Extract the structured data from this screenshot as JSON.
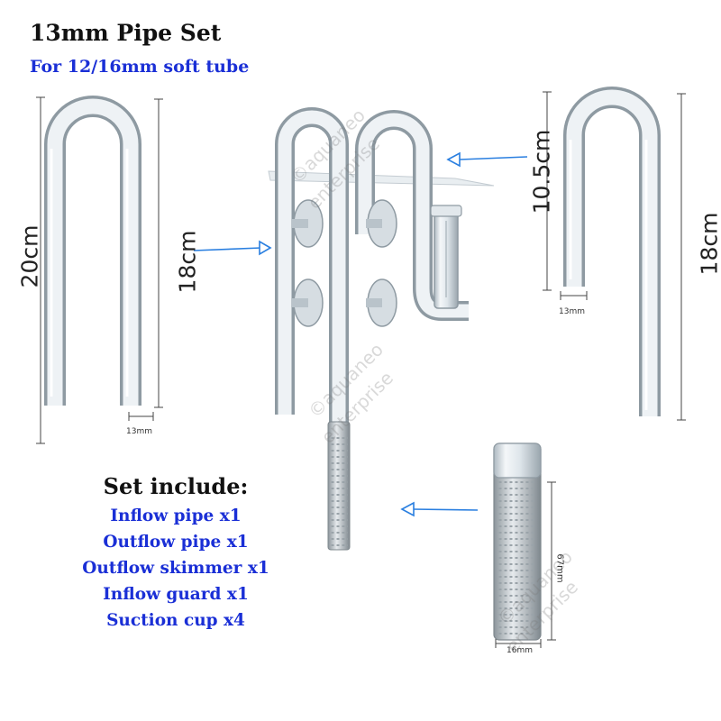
{
  "heading": {
    "title": "13mm Pipe Set",
    "subtitle": "For 12/16mm soft tube"
  },
  "dimensions": {
    "left_pipe_height": "20cm",
    "left_pipe_leg": "18cm",
    "left_pipe_diameter": "13mm",
    "right_pipe_top": "10.5cm",
    "right_pipe_leg": "18cm",
    "right_pipe_diameter": "13mm",
    "guard_length": "67mm",
    "guard_diameter": "16mm"
  },
  "set_include": {
    "heading": "Set include:",
    "items": [
      "Inflow pipe x1",
      "Outflow pipe x1",
      "Outflow skimmer x1",
      "Inflow guard x1",
      "Suction cup x4"
    ]
  },
  "watermark": {
    "text_a": "©aquaneo",
    "text_b": "enterprise"
  },
  "colors": {
    "title": "#111111",
    "accent_blue": "#1a2fd6",
    "arrow_blue": "#2a7fe0",
    "glass": "#c9d3da"
  }
}
